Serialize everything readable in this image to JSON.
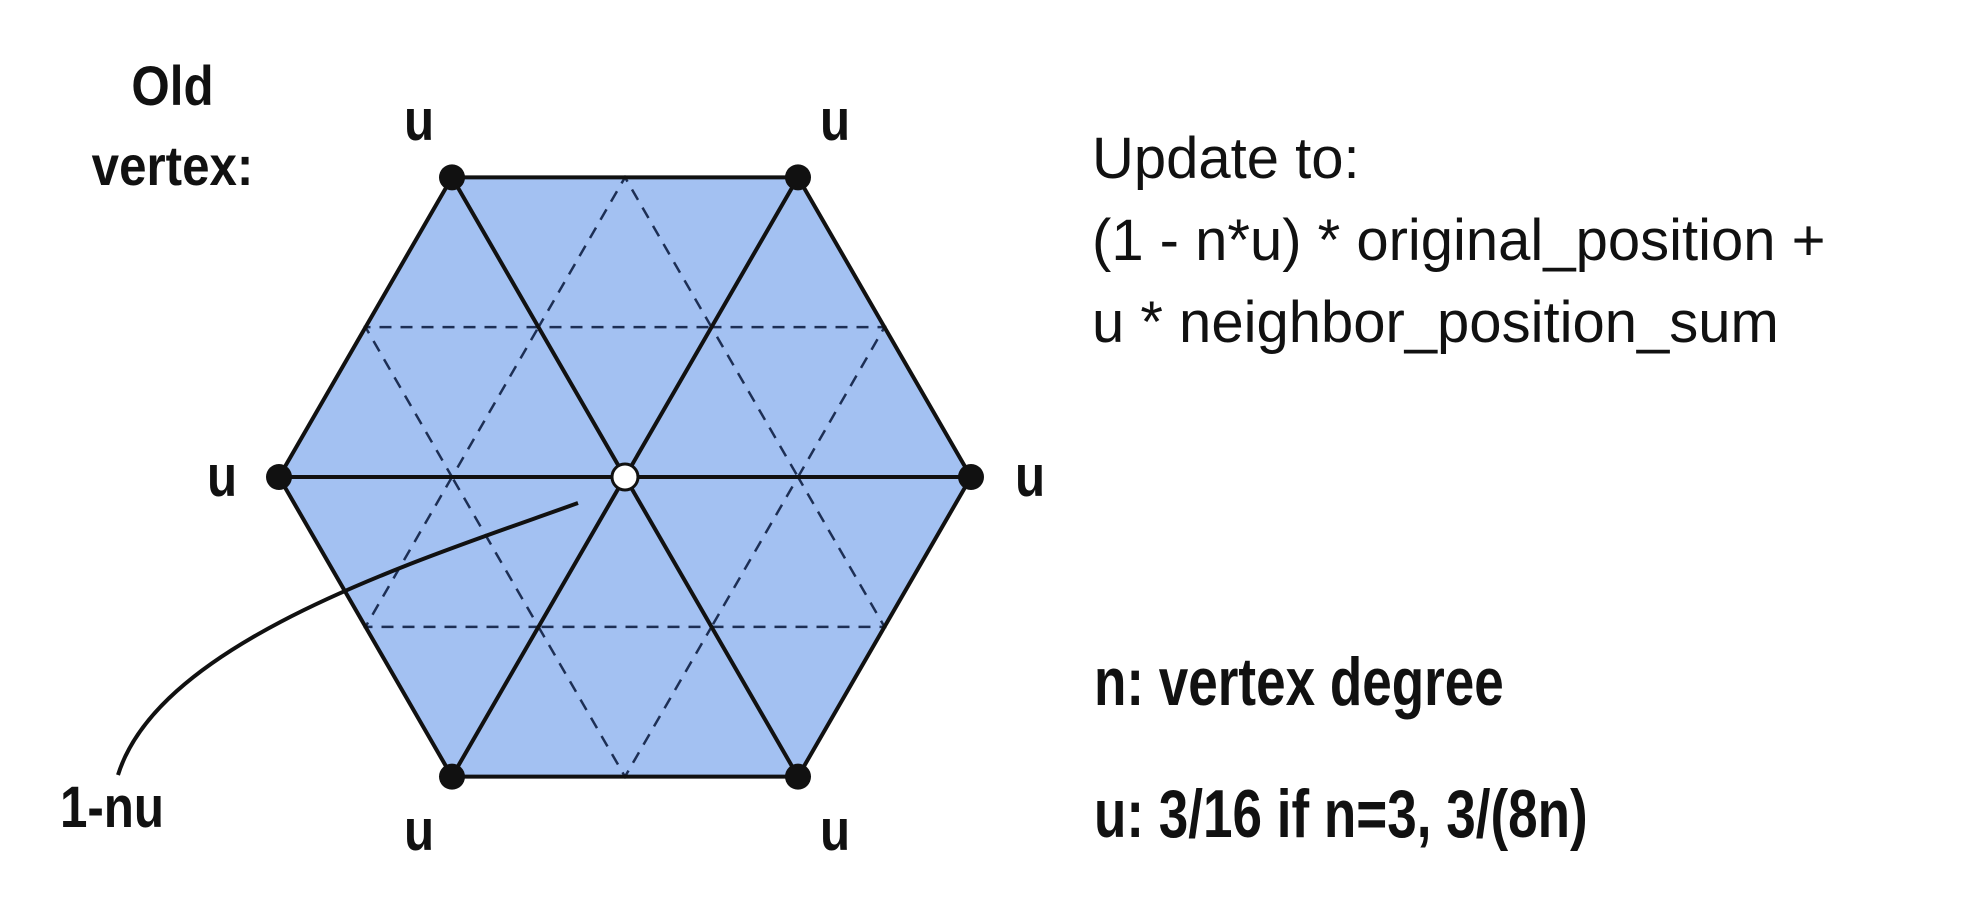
{
  "diagram": {
    "title_label": "Old vertex:",
    "title_lines": [
      "Old",
      "vertex:"
    ],
    "neighbor_weight_label": "u",
    "center_weight_label": "1-nu",
    "fill_color": "#a3c1f2",
    "edge_color": "#111111",
    "dash_color": "#1d2f55"
  },
  "formula": {
    "line1": "Update to:",
    "line2": "(1 - n*u) * original_position +",
    "line3": "u * neighbor_position_sum"
  },
  "definitions": {
    "n": "n: vertex degree",
    "u": "u: 3/16 if n=3, 3/(8n)"
  }
}
